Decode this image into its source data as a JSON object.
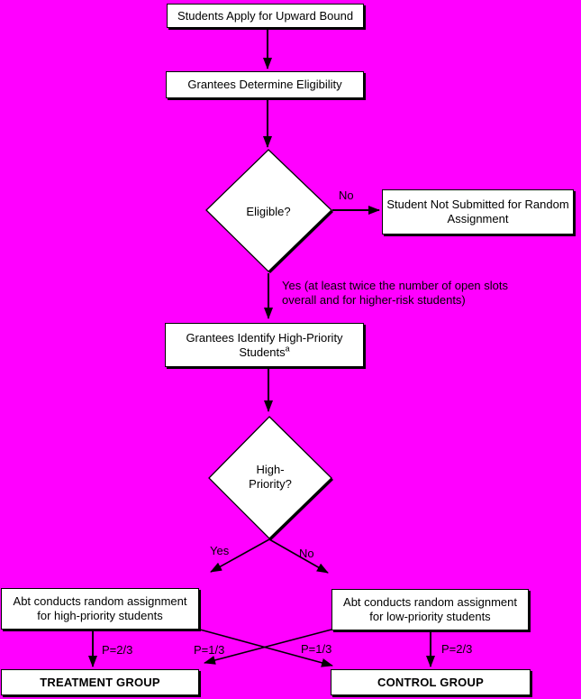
{
  "diagram_type": "flowchart",
  "colors": {
    "background": "#ff00ff",
    "box_fill": "#ffffff",
    "line": "#000000",
    "text": "#000000"
  },
  "boxes": {
    "apply": {
      "label": "Students Apply for Upward Bound"
    },
    "eligibility": {
      "label": "Grantees Determine Eligibility"
    },
    "not_submitted": {
      "line1": "Student Not Submitted for Random",
      "line2": "Assignment"
    },
    "identify": {
      "line1": "Grantees Identify High-Priority",
      "line2": "Students",
      "superscript": "a"
    },
    "abt_high": {
      "line1": "Abt conducts random assignment",
      "line2": "for high-priority students"
    },
    "abt_low": {
      "line1": "Abt conducts random assignment",
      "line2": "for low-priority students"
    },
    "treatment": {
      "label": "TREATMENT GROUP"
    },
    "control": {
      "label": "CONTROL GROUP"
    }
  },
  "decisions": {
    "eligible": {
      "label": "Eligible?"
    },
    "high_priority": {
      "line1": "High-",
      "line2": "Priority?"
    }
  },
  "edge_labels": {
    "no_eligible": "No",
    "yes_eligible_line1": "Yes (at least twice the number of open slots",
    "yes_eligible_line2": "overall and for higher-risk students)",
    "yes_high_priority": "Yes",
    "no_high_priority": "No",
    "p_high_to_treatment": "P=2/3",
    "p_low_to_treatment": "P=1/3",
    "p_high_to_control": "P=1/3",
    "p_low_to_control": "P=2/3"
  }
}
